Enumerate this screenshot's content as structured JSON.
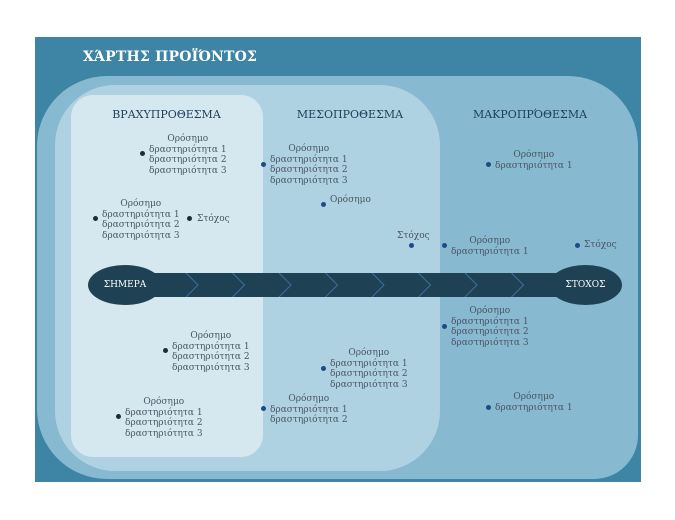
{
  "title": "ΧΆΡΤΗΣ ΠΡΟΪΌΝΤΟΣ",
  "phases": {
    "short": "ΒΡΑΧΥΠΡΟΘΕΣΜΑ",
    "mid": "ΜΕΣΟΠΡΟΘΕΣΜΑ",
    "long": "ΜΑΚΡΟΠΡΌΘΕΣΜΑ"
  },
  "timeline": {
    "start": "ΣΗΜΕΡΑ",
    "end": "ΣΤΟΧΟΣ",
    "chevrons": 8
  },
  "colors": {
    "frame": "#3e84a4",
    "outer_layer": "#87b9d1",
    "middle_layer": "#afd2e2",
    "inner_layer": "#d5e8f0",
    "timeline": "#1f4154"
  },
  "milestones": [
    {
      "id": "s1",
      "phase": "short",
      "title": "Ορόσημο",
      "items": [
        "δραστηριότητα 1",
        "δραστηριότητα 2",
        "δραστηριότητα 3"
      ]
    },
    {
      "id": "s2",
      "phase": "short",
      "title": "Ορόσημο",
      "items": [
        "δραστηριότητα 1",
        "δραστηριότητα 2",
        "δραστηριότητα 3"
      ]
    },
    {
      "id": "s3",
      "phase": "short",
      "title": "Ορόσημο",
      "items": [
        "δραστηριότητα 1",
        "δραστηριότητα 2",
        "δραστηριότητα 3"
      ]
    },
    {
      "id": "s4",
      "phase": "short",
      "title": "Ορόσημο",
      "items": [
        "δραστηριότητα 1",
        "δραστηριότητα 2",
        "δραστηριότητα 3"
      ]
    },
    {
      "id": "m1",
      "phase": "mid",
      "title": "Ορόσημο",
      "items": [
        "δραστηριότητα 1",
        "δραστηριότητα 2",
        "δραστηριότητα 3"
      ]
    },
    {
      "id": "m2",
      "phase": "mid",
      "title": "Ορόσημο",
      "items": []
    },
    {
      "id": "m3",
      "phase": "mid",
      "title": "Ορόσημο",
      "items": [
        "δραστηριότητα 1",
        "δραστηριότητα 2",
        "δραστηριότητα 3"
      ]
    },
    {
      "id": "m4",
      "phase": "mid",
      "title": "Ορόσημο",
      "items": [
        "δραστηριότητα 1",
        "δραστηριότητα 2"
      ]
    },
    {
      "id": "l1",
      "phase": "long",
      "title": "Ορόσημο",
      "items": [
        "δραστηριότητα 1"
      ]
    },
    {
      "id": "l2",
      "phase": "long",
      "title": "Ορόσημο",
      "items": [
        "δραστηριότητα 1"
      ]
    },
    {
      "id": "l3",
      "phase": "long",
      "title": "Ορόσημο",
      "items": [
        "δραστηριότητα 1",
        "δραστηριότητα 2",
        "δραστηριότητα 3"
      ]
    },
    {
      "id": "l4",
      "phase": "long",
      "title": "Ορόσημο",
      "items": [
        "δραστηριότητα 1"
      ]
    }
  ],
  "goals": [
    {
      "id": "g1",
      "phase": "short",
      "label": "Στόχος"
    },
    {
      "id": "g2",
      "phase": "mid",
      "label": "Στόχος"
    },
    {
      "id": "g3",
      "phase": "long",
      "label": "Στόχος"
    }
  ]
}
